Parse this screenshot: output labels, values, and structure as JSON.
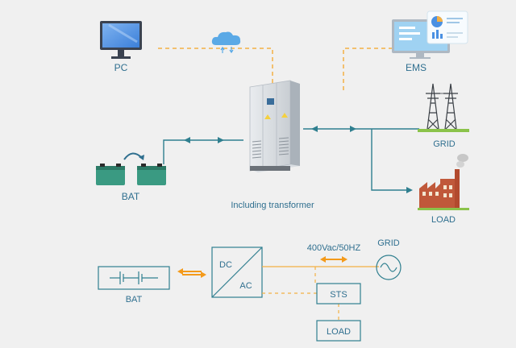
{
  "labels": {
    "pc": "PC",
    "ems": "EMS",
    "grid_top": "GRID",
    "load_top": "LOAD",
    "bat_top": "BAT",
    "caption": "Including transformer",
    "bat_bottom": "BAT",
    "dc": "DC",
    "ac": "AC",
    "voltage": "400Vac/50HZ",
    "grid_bottom": "GRID",
    "sts": "STS",
    "load_bottom": "LOAD"
  },
  "colors": {
    "background": "#f0f0f0",
    "line_teal": "#2f7f8f",
    "dashed_orange": "#f4b044",
    "arrow_orange": "#f49a1a",
    "text": "#2f6f8f"
  },
  "icons": [
    "pc-monitor-icon",
    "cloud-icon",
    "ems-monitor-icon",
    "grid-tower-icon",
    "factory-load-icon",
    "battery-icon",
    "inverter-cabinet-icon",
    "ac-source-icon"
  ]
}
